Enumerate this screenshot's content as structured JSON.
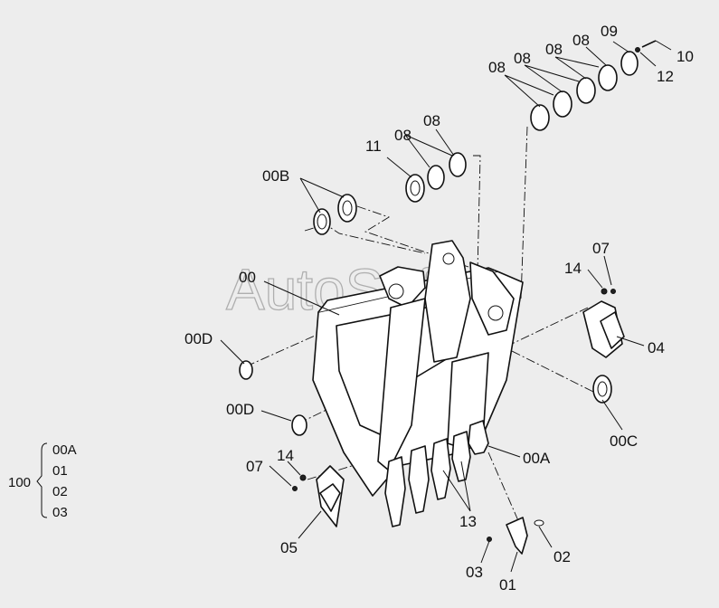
{
  "watermark": "AutoSoft",
  "callouts": {
    "c08a": "08",
    "c08b": "08",
    "c08c": "08",
    "c08d": "08",
    "c09": "09",
    "c10": "10",
    "c12": "12",
    "c11": "11",
    "c08e": "08",
    "c08f": "08",
    "c00B": "00B",
    "c00": "00",
    "c00D1": "00D",
    "c00D2": "00D",
    "c14a": "14",
    "c07a": "07",
    "c04": "04",
    "c00C": "00C",
    "c00A": "00A",
    "c07b": "07",
    "c14b": "14",
    "c05": "05",
    "c13": "13",
    "c02": "02",
    "c03": "03",
    "c01": "01"
  },
  "assembly_legend": {
    "parent": "100",
    "children": [
      "00A",
      "01",
      "02",
      "03"
    ]
  }
}
